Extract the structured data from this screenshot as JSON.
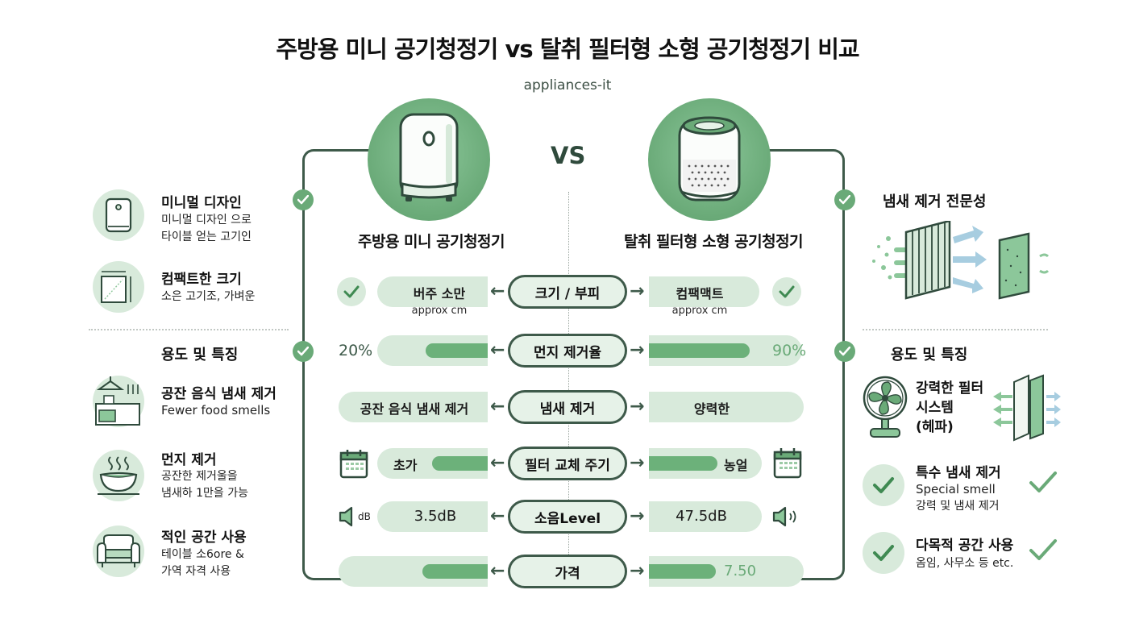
{
  "header": {
    "title": "주방용 미니 공기청정기 vs 탈취 필터형 소형 공기청정기 비교",
    "subtitle": "appliances-it"
  },
  "products": {
    "left": {
      "name": "주방용 미니 공기청정기",
      "icon": "boxy-air-purifier-icon"
    },
    "vs_label": "VS",
    "right": {
      "name": "탈취 필터형 소형 공기청정기",
      "icon": "cylindrical-air-purifier-icon"
    }
  },
  "comparison": {
    "rows": [
      {
        "label": "크기 / 부피",
        "left_value": "버주 소만",
        "left_note": "approx cm",
        "right_value": "컴팩맥트",
        "right_note": "approx cm",
        "left_icon": "check-icon",
        "right_icon": "check-icon"
      },
      {
        "label": "먼지 제거율",
        "left_value": "20%",
        "right_value": "90%",
        "left_fill": 20,
        "right_fill": 90
      },
      {
        "label": "냄새 제거",
        "left_value": "공잔 음식 냄새 제거",
        "right_value": "양력한"
      },
      {
        "label": "필터 교체 주기",
        "left_value": "초가",
        "right_value": "농얼",
        "left_icon": "calendar-icon",
        "right_icon": "calendar-icon"
      },
      {
        "label": "소음Level",
        "left_value": "3.5dB",
        "right_value": "47.5dB",
        "left_icon_label": "dB",
        "left_icon": "speaker-icon",
        "right_icon": "speaker-loud-icon"
      },
      {
        "label": "가격",
        "left_value": "",
        "right_value": "7.50"
      }
    ]
  },
  "left_panel": {
    "features": [
      {
        "title": "미니멀 디자인",
        "desc": [
          "미니멀 디자인 으로",
          "타이블 얻는 고기인"
        ],
        "icon": "minimal-device-icon"
      },
      {
        "title": "컴팩트한 크기",
        "desc": [
          "소은 고기조, 가벼운"
        ],
        "icon": "dimensions-icon"
      }
    ],
    "section_heading": "용도 및 특징",
    "uses": [
      {
        "title": "공잔 음식 냄새 제거",
        "desc": [
          "Fewer food smells"
        ],
        "icon": "kitchen-icon"
      },
      {
        "title": "먼지 제거",
        "desc": [
          "공잔한 제거울을",
          "냄새하 1만을 가능"
        ],
        "icon": "steaming-bowl-icon"
      },
      {
        "title": "적인 공간 사용",
        "desc": [
          "테이블 소6ore &",
          "가역 자격 사용"
        ],
        "icon": "armchair-icon"
      }
    ]
  },
  "right_panel": {
    "heading": "냄새 제거 전문성",
    "illustration": "filter-airflow-illustration",
    "section_heading": "용도 및 특징",
    "uses": [
      {
        "title": [
          "강력한 필터",
          "시스템",
          "(헤파)"
        ],
        "desc": [],
        "icon": "fan-icon",
        "side_icon": "hepa-filter-icon"
      },
      {
        "title": [
          "특수 냄새 제거"
        ],
        "desc": [
          "Special smell",
          "강력 및 냄새 제거"
        ],
        "icon": "check-icon"
      },
      {
        "title": [
          "다목적 공간 사용"
        ],
        "desc": [
          "옴임, 사무소 등 etc."
        ],
        "icon": "check-icon"
      }
    ]
  },
  "colors": {
    "accent_green": "#6aaa78",
    "light_green": "#d8eadb",
    "dark_line": "#3e5a4a",
    "pct_left": "#3e5a4a",
    "pct_right": "#6aaa78"
  }
}
